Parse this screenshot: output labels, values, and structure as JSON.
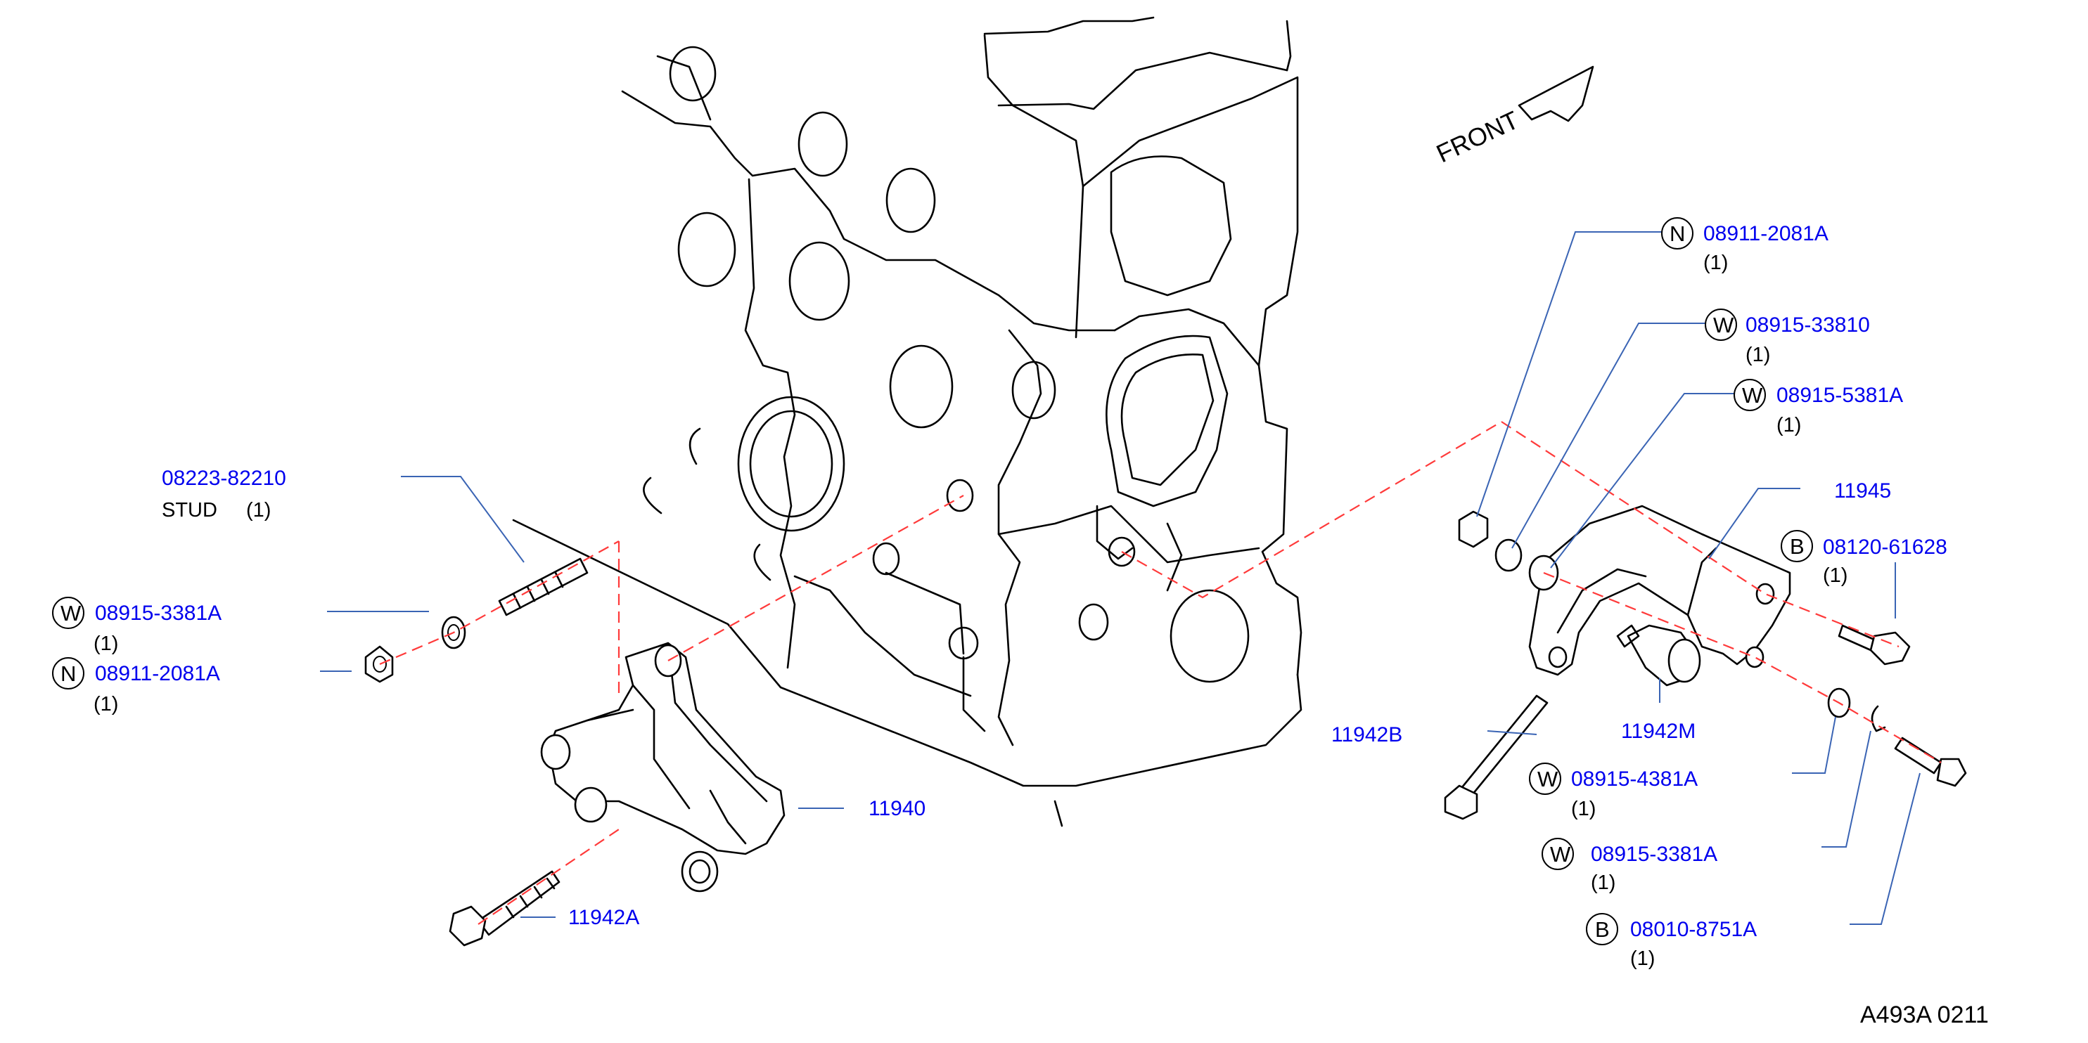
{
  "front_label": "FRONT",
  "diagram_code": "A493A 0211",
  "callouts": {
    "stud": {
      "part_number": "08223-82210",
      "name": "STUD",
      "qty": "(1)"
    },
    "washer_left": {
      "symbol": "W",
      "part_number": "08915-3381A",
      "qty": "(1)"
    },
    "nut_left": {
      "symbol": "N",
      "part_number": "08911-2081A",
      "qty": "(1)"
    },
    "bracket_11940": {
      "part_number": "11940"
    },
    "bolt_11942A": {
      "part_number": "11942A"
    },
    "nut_right": {
      "symbol": "N",
      "part_number": "08911-2081A",
      "qty": "(1)"
    },
    "washer_33810": {
      "symbol": "W",
      "part_number": "08915-33810",
      "qty": "(1)"
    },
    "washer_5381A": {
      "symbol": "W",
      "part_number": "08915-5381A",
      "qty": "(1)"
    },
    "bracket_11945": {
      "part_number": "11945"
    },
    "bolt_61628": {
      "symbol": "B",
      "part_number": "08120-61628",
      "qty": "(1)"
    },
    "bolt_11942B": {
      "part_number": "11942B"
    },
    "spacer_11942M": {
      "part_number": "11942M"
    },
    "washer_4381A": {
      "symbol": "W",
      "part_number": "08915-4381A",
      "qty": "(1)"
    },
    "washer_3381A_right": {
      "symbol": "W",
      "part_number": "08915-3381A",
      "qty": "(1)"
    },
    "bolt_8751A": {
      "symbol": "B",
      "part_number": "08010-8751A",
      "qty": "(1)"
    }
  },
  "colors": {
    "part_number_text": "#0000ee",
    "leader_line": "#3a64b4",
    "assembly_dash": "#ff3a3a",
    "line_art": "#000000"
  }
}
